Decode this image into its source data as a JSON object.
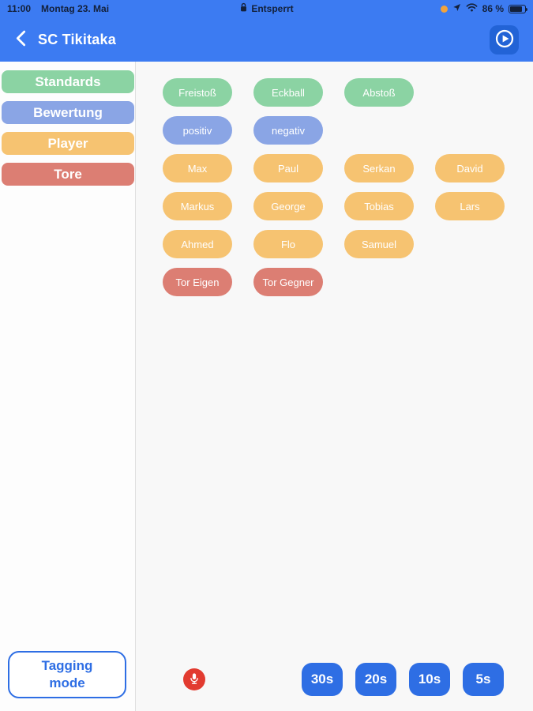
{
  "status_bar": {
    "time": "11:00",
    "date": "Montag 23. Mai",
    "center_label": "Entsperrt",
    "battery_percent": "86 %"
  },
  "header": {
    "title": "SC Tikitaka"
  },
  "sidebar": {
    "categories": [
      {
        "label": "Standards",
        "type": "green"
      },
      {
        "label": "Bewertung",
        "type": "blue"
      },
      {
        "label": "Player",
        "type": "orange"
      },
      {
        "label": "Tore",
        "type": "red"
      }
    ],
    "tagging_mode_label": "Tagging\nmode"
  },
  "tags": [
    {
      "label": "Freistoß",
      "type": "green",
      "row": 1,
      "col": 1
    },
    {
      "label": "Eckball",
      "type": "green",
      "row": 1,
      "col": 2
    },
    {
      "label": "Abstoß",
      "type": "green",
      "row": 1,
      "col": 3
    },
    {
      "label": "positiv",
      "type": "blue",
      "row": 2,
      "col": 1
    },
    {
      "label": "negativ",
      "type": "blue",
      "row": 2,
      "col": 2
    },
    {
      "label": "Max",
      "type": "orange",
      "row": 3,
      "col": 1
    },
    {
      "label": "Paul",
      "type": "orange",
      "row": 3,
      "col": 2
    },
    {
      "label": "Serkan",
      "type": "orange",
      "row": 3,
      "col": 3
    },
    {
      "label": "David",
      "type": "orange",
      "row": 3,
      "col": 4
    },
    {
      "label": "Markus",
      "type": "orange",
      "row": 4,
      "col": 1
    },
    {
      "label": "George",
      "type": "orange",
      "row": 4,
      "col": 2
    },
    {
      "label": "Tobias",
      "type": "orange",
      "row": 4,
      "col": 3
    },
    {
      "label": "Lars",
      "type": "orange",
      "row": 4,
      "col": 4
    },
    {
      "label": "Ahmed",
      "type": "orange",
      "row": 5,
      "col": 1
    },
    {
      "label": "Flo",
      "type": "orange",
      "row": 5,
      "col": 2
    },
    {
      "label": "Samuel",
      "type": "orange",
      "row": 5,
      "col": 3
    },
    {
      "label": "Tor Eigen",
      "type": "red",
      "row": 6,
      "col": 1
    },
    {
      "label": "Tor Gegner",
      "type": "red",
      "row": 6,
      "col": 2
    }
  ],
  "footer": {
    "timer_buttons": [
      "30s",
      "20s",
      "10s",
      "5s"
    ]
  },
  "icons": {
    "back": "chevron-left-icon",
    "play": "play-circle-icon",
    "mic": "microphone-icon",
    "lock": "lock-icon",
    "location": "location-arrow-icon",
    "wifi": "wifi-icon",
    "battery": "battery-icon"
  },
  "colors": {
    "header_blue": "#3c7bf2",
    "play_button_blue": "#2263d6",
    "action_blue": "#2e6ee4",
    "green": "#8bd3a3",
    "tag_blue": "#8aa5e5",
    "orange": "#f6c371",
    "red": "#dc7e73",
    "mic_red": "#e23b30",
    "indicator_orange": "#f2a33c",
    "status_text": "#13203a",
    "main_bg": "#f8f8f8",
    "sidebar_bg": "#fdfdfd",
    "divider": "#e0e0e0"
  }
}
